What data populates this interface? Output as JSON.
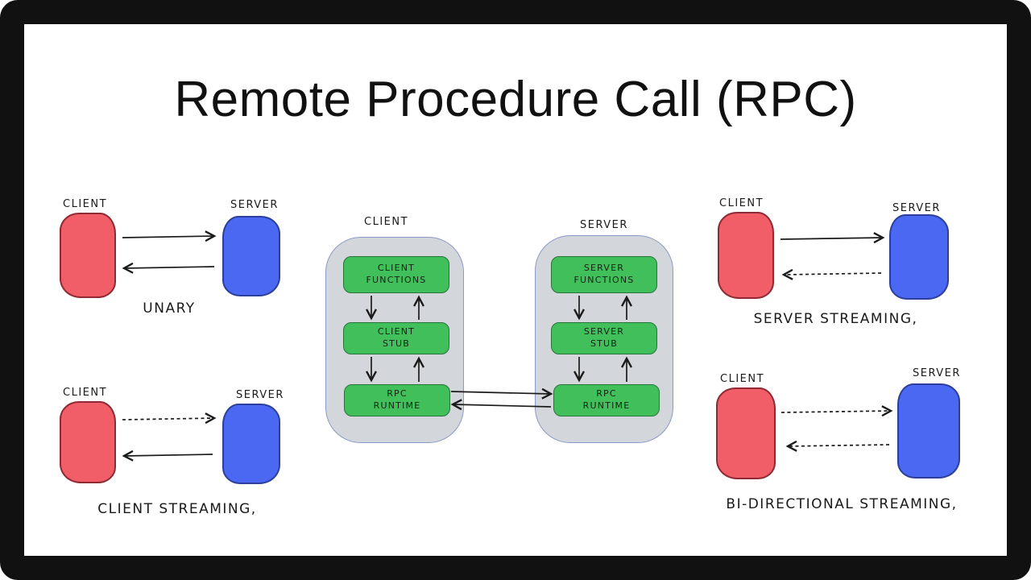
{
  "title": "Remote Procedure Call (RPC)",
  "colors": {
    "frame": "#111111",
    "ink": "#1a1a1a",
    "client_fill": "#f15e68",
    "client_border": "#8e2a33",
    "server_fill": "#4a68f2",
    "server_border": "#2b3f9b",
    "module_fill": "#41bf5a",
    "module_border": "#27743a",
    "container_fill": "#d3d6db",
    "container_border": "#8b99c9"
  },
  "patterns": {
    "unary": {
      "client_label": "CLIENT",
      "server_label": "SERVER",
      "caption": "UNARY"
    },
    "client_streaming": {
      "client_label": "CLIENT",
      "server_label": "SERVER",
      "caption": "CLIENT STREAMING,"
    },
    "server_streaming": {
      "client_label": "CLIENT",
      "server_label": "SERVER",
      "caption": "SERVER STREAMING,"
    },
    "bidirectional": {
      "client_label": "CLIENT",
      "server_label": "SERVER",
      "caption": "BI-DIRECTIONAL STREAMING,"
    }
  },
  "detail": {
    "client": {
      "label": "CLIENT",
      "modules": [
        {
          "line1": "CLIENT",
          "line2": "FUNCTIONS"
        },
        {
          "line1": "CLIENT",
          "line2": "STUB"
        },
        {
          "line1": "RPC",
          "line2": "RUNTIME"
        }
      ]
    },
    "server": {
      "label": "SERVER",
      "modules": [
        {
          "line1": "SERVER",
          "line2": "FUNCTIONS"
        },
        {
          "line1": "SERVER",
          "line2": "STUB"
        },
        {
          "line1": "RPC",
          "line2": "RUNTIME"
        }
      ]
    }
  }
}
